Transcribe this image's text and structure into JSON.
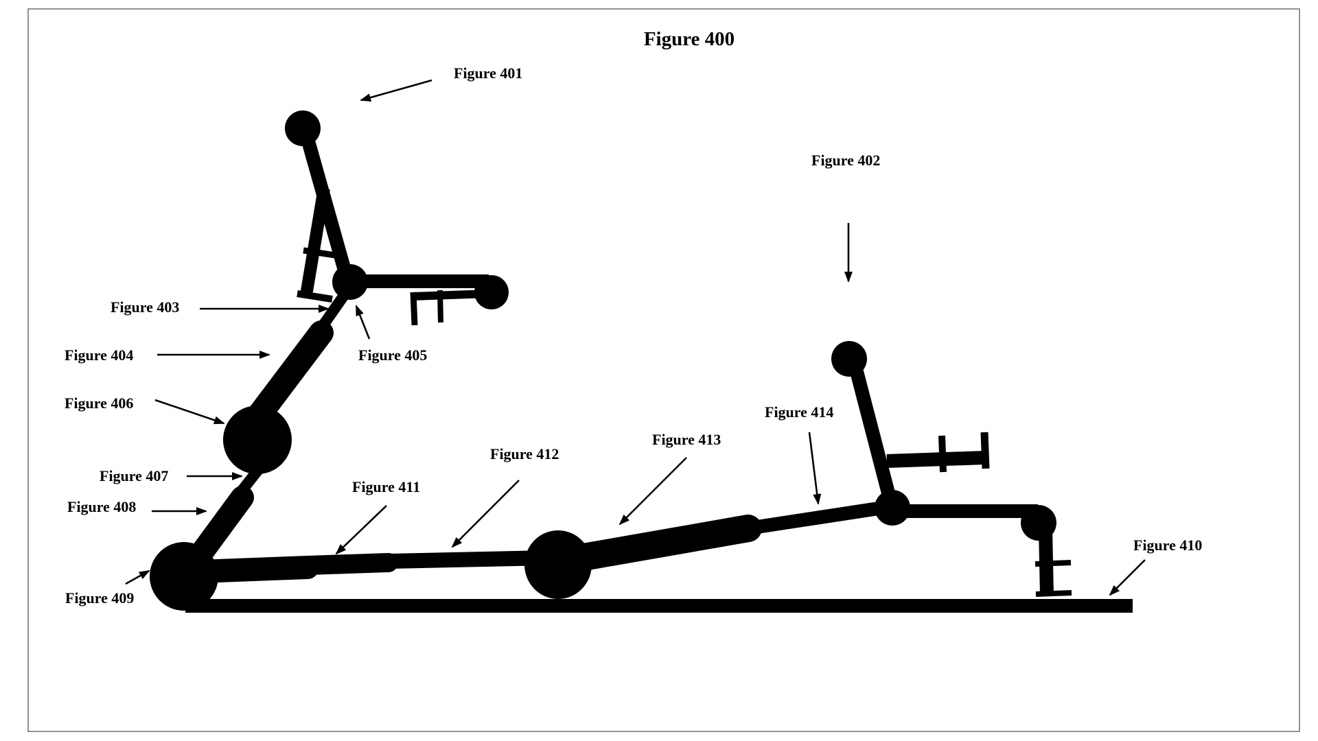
{
  "title": "Figure 400",
  "labels": {
    "f401": "Figure 401",
    "f402": "Figure 402",
    "f403": "Figure 403",
    "f404": "Figure 404",
    "f405": "Figure 405",
    "f406": "Figure 406",
    "f407": "Figure 407",
    "f408": "Figure 408",
    "f409": "Figure 409",
    "f410": "Figure 410",
    "f411": "Figure 411",
    "f412": "Figure 412",
    "f413": "Figure 413",
    "f414": "Figure 414"
  },
  "colors": {
    "ink": "#000000",
    "frame": "#6f6f6f",
    "background": "#ffffff"
  }
}
